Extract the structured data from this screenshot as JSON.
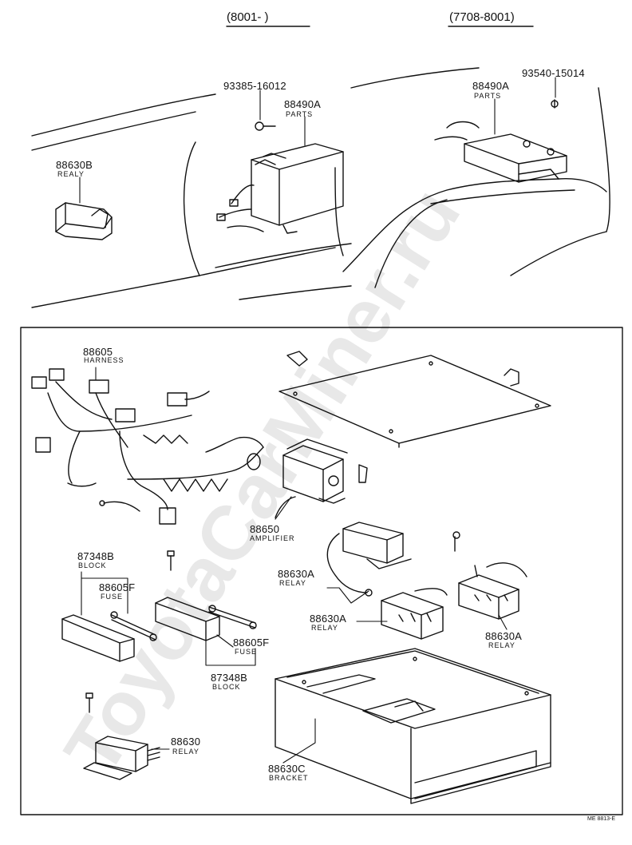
{
  "headers": {
    "left": "(8001-        )",
    "right": "(7708-8001)"
  },
  "watermark": "ToyotaCarMiner.ru",
  "top_labels": {
    "p1": {
      "number": "93385-16012"
    },
    "p2": {
      "number": "88490A",
      "sub": "PARTS"
    },
    "p3": {
      "number": "88630B",
      "sub": "REALY"
    },
    "p4": {
      "number": "93540-15014"
    },
    "p5": {
      "number": "88490A",
      "sub": "PARTS"
    }
  },
  "box_labels": {
    "harness": {
      "number": "88605",
      "sub": "HARNESS"
    },
    "amplifier": {
      "number": "88650",
      "sub": "AMPLIFIER"
    },
    "block1": {
      "number": "87348B",
      "sub": "BLOCK"
    },
    "fuse1": {
      "number": "88605F",
      "sub": "FUSE"
    },
    "relayA1": {
      "number": "88630A",
      "sub": "RELAY"
    },
    "relayA2": {
      "number": "88630A",
      "sub": "RELAY"
    },
    "relayA3": {
      "number": "88630A",
      "sub": "RELAY"
    },
    "fuse2": {
      "number": "88605F",
      "sub": "FUSE"
    },
    "block2": {
      "number": "87348B",
      "sub": "BLOCK"
    },
    "relay": {
      "number": "88630",
      "sub": "RELAY"
    },
    "bracket": {
      "number": "88630C",
      "sub": "BRACKET"
    }
  },
  "figure_code": "ME 8813-E"
}
